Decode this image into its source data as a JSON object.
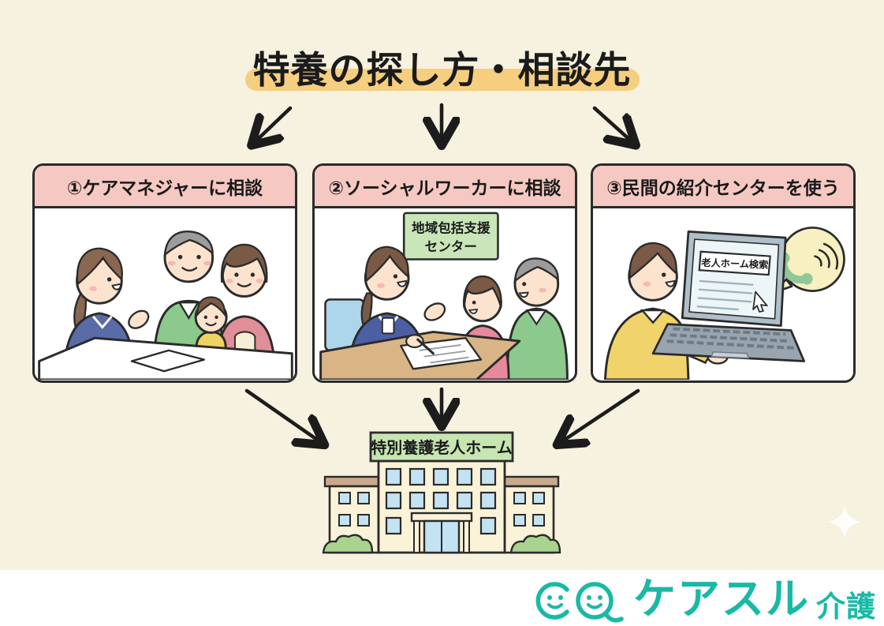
{
  "title": "特養の探し方・相談先",
  "cards": [
    {
      "id": "care-manager",
      "header": "①ケアマネジャーに相談"
    },
    {
      "id": "social-worker",
      "header": "②ソーシャルワーカーに相談",
      "sign": {
        "line1": "地域包括支援",
        "line2": "センター"
      }
    },
    {
      "id": "referral-center",
      "header": "③民間の紹介センターを使う",
      "laptop_screen_label": "老人ホーム検索"
    }
  ],
  "destination": {
    "building_sign": "特別養護老人ホーム"
  },
  "logo": {
    "brand": "ケアスル",
    "suffix": "介護"
  },
  "colors": {
    "background": "#F6F2DF",
    "footer_background": "#FFFFFF",
    "card_header_pink": "#F5C8C2",
    "community_sign_green": "#C8E6B8",
    "building_sign_green": "#C6E5B1",
    "title_highlight_orange": "#F5CE80",
    "brand_teal": "#19B9A6",
    "outline_dark": "#2B2B2B",
    "arrow_black": "#1C1C1C"
  }
}
